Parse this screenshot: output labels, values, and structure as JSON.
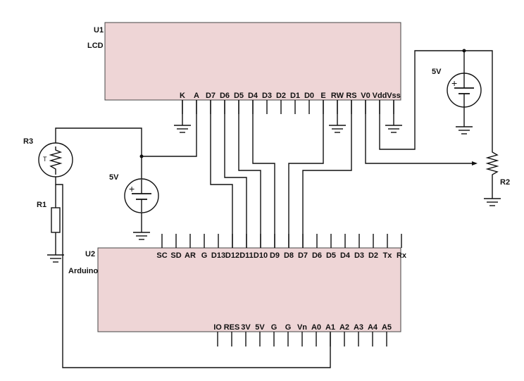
{
  "colors": {
    "component_fill": "#eed5d6",
    "wire": "#111111"
  },
  "lcd": {
    "ref": "U1",
    "name": "LCD",
    "pins": [
      "K",
      "A",
      "D7",
      "D6",
      "D5",
      "D4",
      "D3",
      "D2",
      "D1",
      "D0",
      "E",
      "RW",
      "RS",
      "V0",
      "Vdd",
      "Vss"
    ]
  },
  "arduino": {
    "ref": "U2",
    "name": "Arduino",
    "top_pins": [
      "SC",
      "SD",
      "AR",
      "G",
      "D13",
      "D12",
      "D11",
      "D10",
      "D9",
      "D8",
      "D7",
      "D6",
      "D5",
      "D4",
      "D3",
      "D2",
      "Tx",
      "Rx"
    ],
    "bottom_pins": [
      "IO",
      "RES",
      "3V",
      "5V",
      "G",
      "G",
      "Vn",
      "A0",
      "A1",
      "A2",
      "A3",
      "A4",
      "A5"
    ]
  },
  "sources": [
    {
      "id": "left",
      "label": "5V"
    },
    {
      "id": "right",
      "label": "5V"
    }
  ],
  "resistors": {
    "r1": "R1",
    "r2": "R2",
    "r3": "R3",
    "thermistor_mark": "T"
  }
}
